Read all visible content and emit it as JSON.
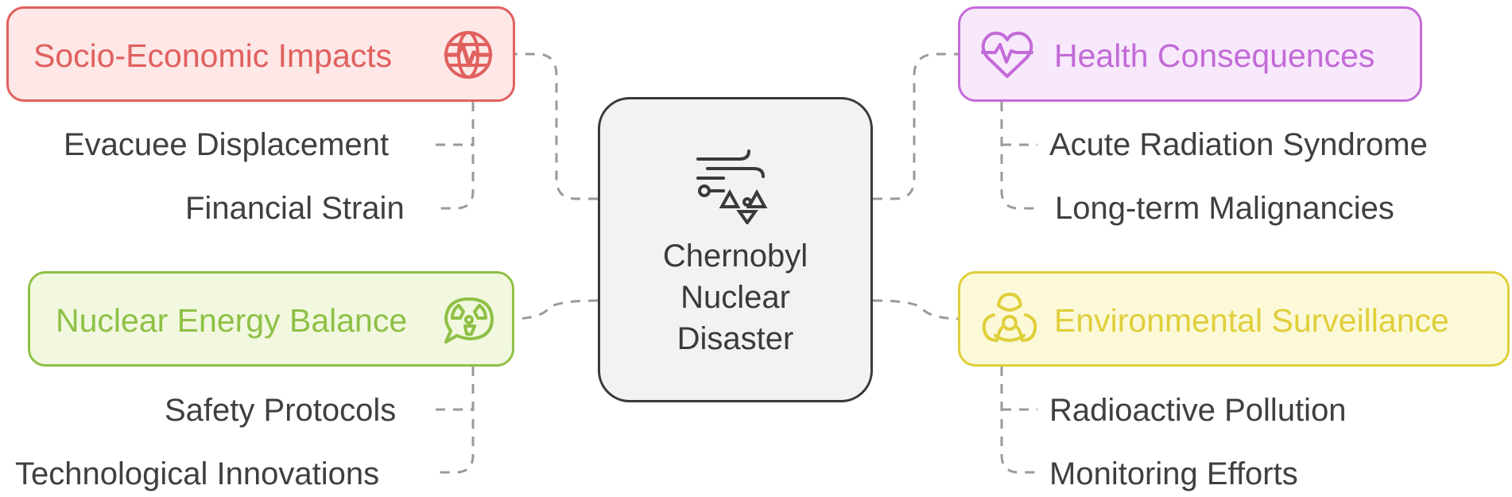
{
  "center": {
    "lines": [
      "Chernobyl",
      "Nuclear",
      "Disaster"
    ],
    "icon": "wind-radiation-icon"
  },
  "branches": {
    "socio": {
      "label": "Socio-Economic Impacts",
      "icon": "globe-pulse-icon",
      "color": "#e0605e",
      "items": [
        "Evacuee Displacement",
        "Financial Strain"
      ]
    },
    "health": {
      "label": "Health Consequences",
      "icon": "heart-pulse-icon",
      "color": "#c36ad8",
      "items": [
        "Acute Radiation Syndrome",
        "Long-term Malignancies"
      ]
    },
    "nuclear": {
      "label": "Nuclear Energy Balance",
      "icon": "radiation-speech-bubble-icon",
      "color": "#8fc046",
      "items": [
        "Safety Protocols",
        "Technological Innovations"
      ]
    },
    "env": {
      "label": "Environmental Surveillance",
      "icon": "biohazard-icon",
      "color": "#dfcf3a",
      "items": [
        "Radioactive Pollution",
        "Monitoring Efforts"
      ]
    }
  }
}
